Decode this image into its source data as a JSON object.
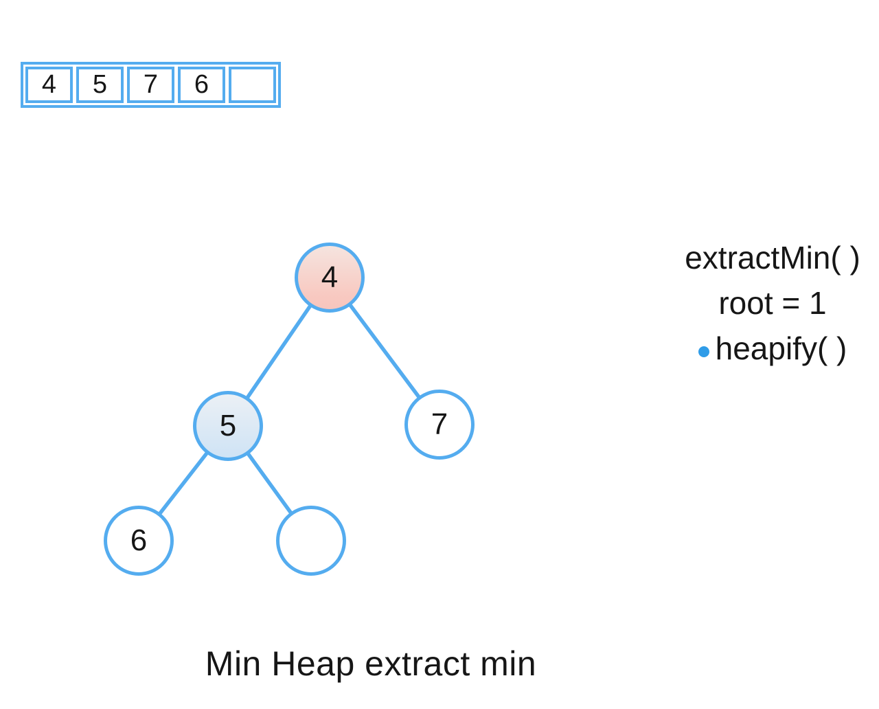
{
  "colors": {
    "accent-blue": "#54acef",
    "bullet-blue": "#2f9ce8",
    "node4-fill-top": "#f5e4df",
    "node4-fill-bottom": "#f8c9c1",
    "node5-fill-top": "#ebf0f5",
    "node5-fill-bottom": "#cfe3f5",
    "text-black": "#161616"
  },
  "array": {
    "cells": [
      "4",
      "5",
      "7",
      "6",
      ""
    ]
  },
  "tree": {
    "nodes": [
      {
        "name": "root",
        "label": "4"
      },
      {
        "name": "left-child",
        "label": "5"
      },
      {
        "name": "right-child",
        "label": "7"
      },
      {
        "name": "left-left-child",
        "label": "6"
      },
      {
        "name": "left-right-child",
        "label": ""
      }
    ]
  },
  "annotations": {
    "line1": "extractMin( )",
    "line2": "root = 1",
    "line3": "heapify( )"
  },
  "caption": "Min Heap extract min"
}
